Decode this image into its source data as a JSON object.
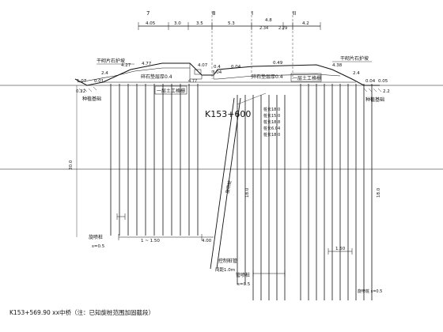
{
  "title": "K153+569.90 xx中桥（注：已知旋桩范围加固截段）",
  "axis_numbers": [
    "7",
    "8",
    "I",
    "II"
  ],
  "top_dims": [
    "4.05",
    "3.0",
    "3.5",
    "5.3",
    "4.8",
    "2.34",
    "2.29",
    "4.2"
  ],
  "left_labels": {
    "slope_protect": "干砌片石护坡",
    "ground_line": "种植基础",
    "dims": [
      "4.27",
      "2.4",
      "1.07",
      "0.01",
      "0.22"
    ]
  },
  "right_labels": {
    "slope_protect": "干砌片石护坡",
    "ground_line": "种植基础",
    "dims": [
      "4.38",
      "2.4",
      "0.04",
      "0.05",
      "2.2"
    ]
  },
  "mid_labels": {
    "fill_layer_left": "碎石垫层厚0.4",
    "fill_layer_right": "碎石垫层厚0.4",
    "geogrid_left": "一层土工格栅",
    "geogrid_right": "一层土工格栅",
    "values_top": [
      "4.77",
      "4.07",
      "0.4",
      "0.04",
      "3.04",
      "0.49",
      "4.77"
    ],
    "station": "K153+600",
    "cols": [
      "桩长18.0",
      "桩长15.0",
      "桩长18.8",
      "桩长6.04",
      "桩长18.0"
    ]
  },
  "vertical_labels": {
    "left_depth": "30.0",
    "mid_depth": "18.0",
    "right_depth": "18.0",
    "pile_note": "旋喷桩"
  },
  "bottom_labels": {
    "pile_left": "旋喷桩",
    "pile_left_spacing": "s=0.5",
    "spacing_dim_left": "1 ~ 1.50",
    "spacing_value": "4.00",
    "control_pile": "控制桩管",
    "control_pile_spacing": "间距1.0m",
    "pile_mid": "管喷桩",
    "pile_mid_spacing": "s=0.5",
    "right_spacing": "1.50",
    "right_note": "旋喷桩 s=0.5"
  }
}
